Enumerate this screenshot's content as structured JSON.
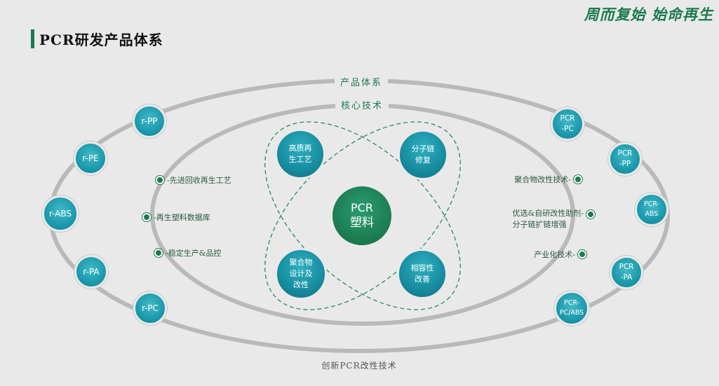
{
  "header": {
    "slogan": "周而复始 始命再生",
    "title": "PCR研发产品体系"
  },
  "rings": {
    "outer_label": "产品体系",
    "inner_label": "核心技术",
    "bottom_label": "创新PCR改性技术"
  },
  "left_products": [
    "r-PP",
    "r-PE",
    "r-ABS",
    "r-PA",
    "r-PC"
  ],
  "right_products": [
    [
      "PCR",
      "-PC"
    ],
    [
      "PCR",
      "-PP"
    ],
    [
      "PCR-",
      "ABS"
    ],
    [
      "PCR",
      "-PA"
    ],
    [
      "PCR-",
      "PC/ABS"
    ]
  ],
  "left_tech": [
    "-先进回收再生工艺",
    "-再生塑料数据库",
    "-稳定生产&品控"
  ],
  "right_tech": [
    [
      "聚合物改性技术-"
    ],
    [
      "优选&自研改性助剂-",
      "分子链扩链增强"
    ],
    [
      "产业化技术-"
    ]
  ],
  "core_nodes": [
    [
      "高质再",
      "生工艺"
    ],
    [
      "分子链",
      "修复"
    ],
    [
      "聚合物",
      "设计及",
      "改性"
    ],
    [
      "相容性",
      "改善"
    ]
  ],
  "center": {
    "line1": "PCR",
    "line2": "塑料"
  },
  "colors": {
    "brand_green": "#1b7a4f",
    "teal": "#1b9aad",
    "ring_gray": "#b9b9b9"
  }
}
